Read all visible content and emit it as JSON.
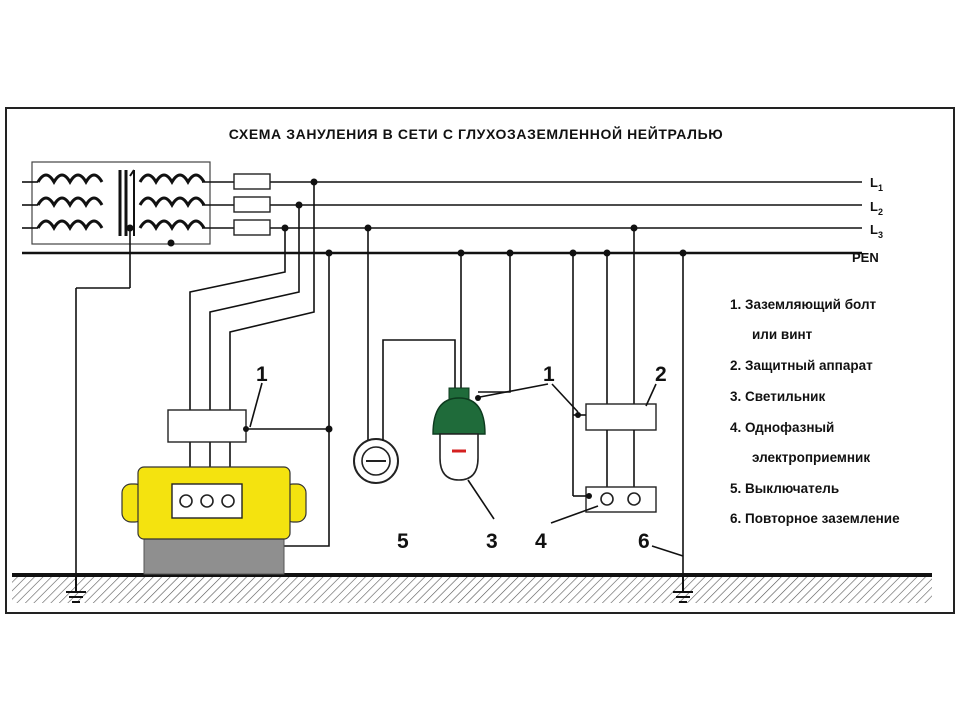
{
  "title": "СХЕМА ЗАНУЛЕНИЯ В СЕТИ С ГЛУХОЗАЗЕМЛЕННОЙ НЕЙТРАЛЬЮ",
  "buses": {
    "l1": {
      "letter": "L",
      "sub": "1"
    },
    "l2": {
      "letter": "L",
      "sub": "2"
    },
    "l3": {
      "letter": "L",
      "sub": "3"
    },
    "pen": "PEN"
  },
  "legend": [
    "1. Заземляющий болт",
    "или винт",
    "2. Защитный аппарат",
    "3. Светильник",
    "4. Однофазный",
    "электроприемник",
    "5. Выключатель",
    "6. Повторное заземление"
  ],
  "callouts": {
    "c1a": "1",
    "c1b": "1",
    "c2": "2",
    "c3": "3",
    "c4": "4",
    "c5": "5",
    "c6": "6"
  },
  "colors": {
    "motor_body": "#f4e30f",
    "motor_base": "#8f8f8f",
    "lamp_green": "#1f6b3a",
    "lamp_filament": "#d42020",
    "ground_hatch": "#555555"
  }
}
